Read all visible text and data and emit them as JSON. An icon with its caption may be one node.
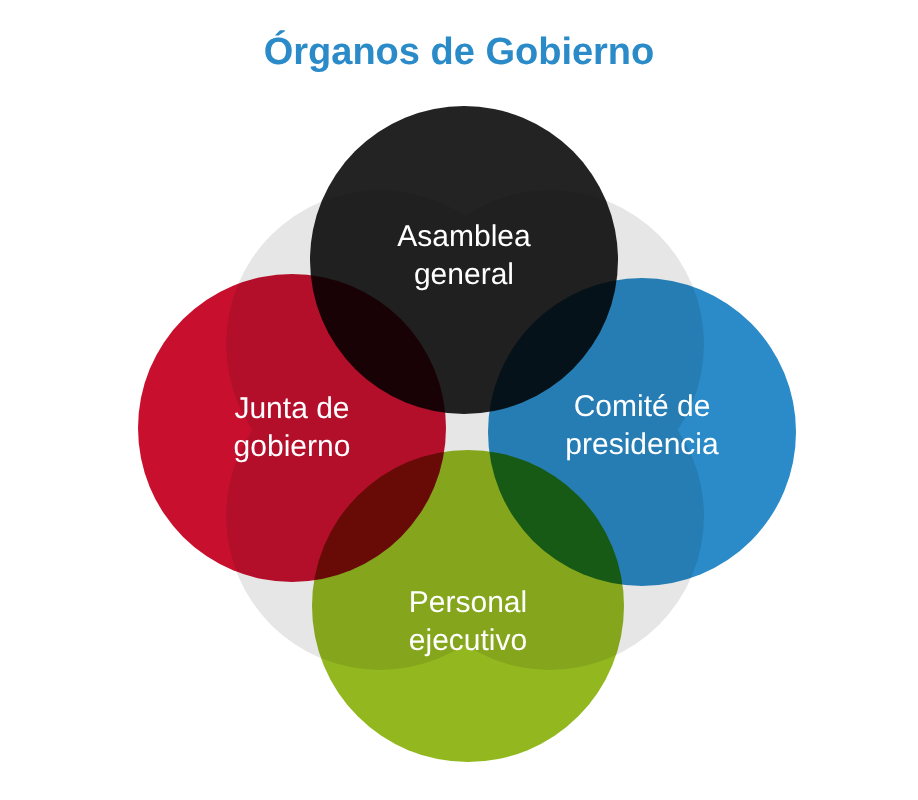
{
  "diagram": {
    "title": "Órganos de Gobierno",
    "nodes": [
      {
        "text": [
          "Asamblea general"
        ]
      },
      {
        "text": [
          "Junta de gobierno"
        ]
      },
      {
        "text": [
          "Comité de presidencia"
        ]
      },
      {
        "text": [
          "Personal ejecutivo"
        ]
      }
    ]
  }
}
